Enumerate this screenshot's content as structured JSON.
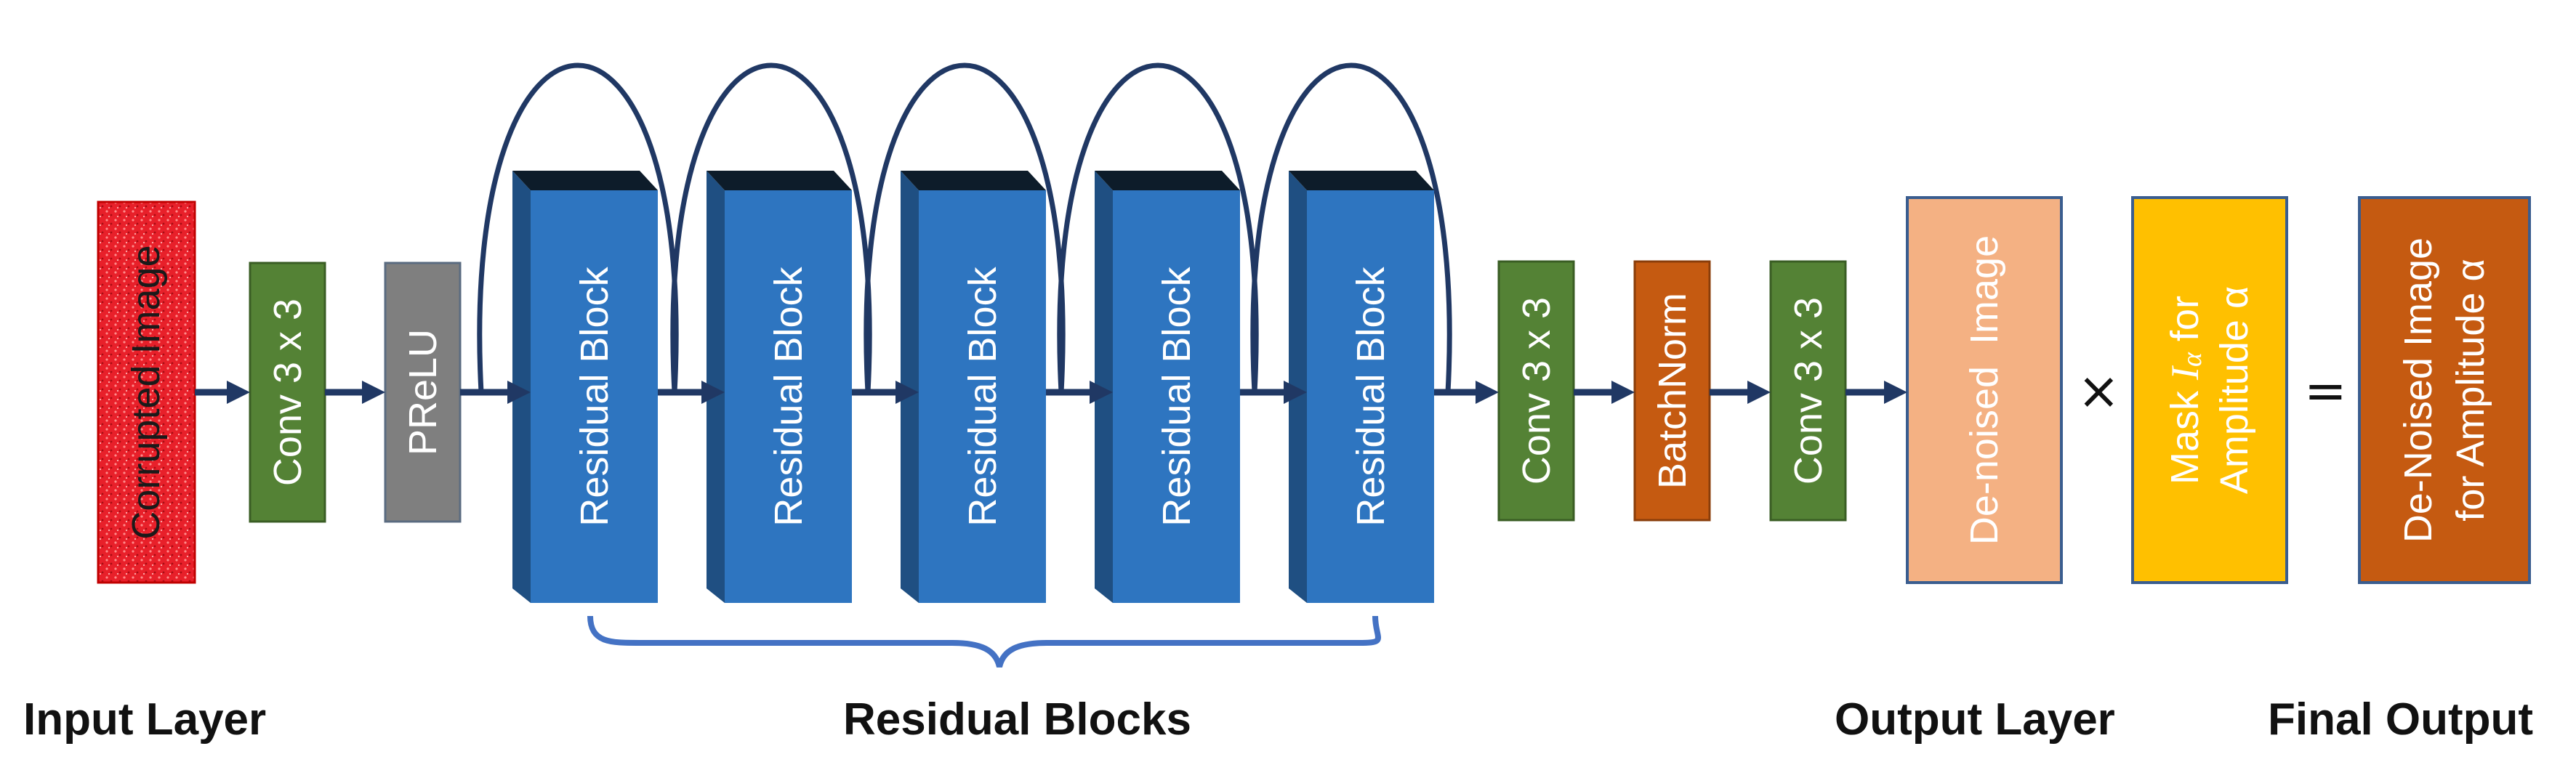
{
  "colors": {
    "arrow": "#203864",
    "residual_front": "#2e75c0",
    "residual_side": "#1f4f82",
    "residual_top": "#0d1c2a",
    "conv": "#548235",
    "prelu": "#7f7f7f",
    "batchnorm": "#c55a11",
    "input": "#e8202a",
    "denoised": "#f4b183",
    "mask": "#ffc000",
    "final": "#c55a11",
    "brace": "#4472c4"
  },
  "blocks": {
    "input": "Corrupted Image",
    "conv1": "Conv 3 x 3",
    "prelu": "PReLU",
    "residual": [
      "Residual Block",
      "Residual Block",
      "Residual Block",
      "Residual Block",
      "Residual Block"
    ],
    "conv2": "Conv 3 x 3",
    "batchnorm": "BatchNorm",
    "conv3": "Conv 3 x 3",
    "denoised": "De-noised  Image",
    "mask_line1": "Mask",
    "mask_symbol": "I",
    "mask_subscript": "α",
    "mask_line1_suffix": " for",
    "mask_line2": "Amplitude α",
    "final_line1": "De-Noised Image",
    "final_line2": "for Amplitude α"
  },
  "operators": {
    "multiply": "×",
    "equals": "="
  },
  "sections": {
    "input_layer": "Input Layer",
    "residual_blocks": "Residual Blocks",
    "output_layer": "Output Layer",
    "final_output": "Final Output"
  }
}
